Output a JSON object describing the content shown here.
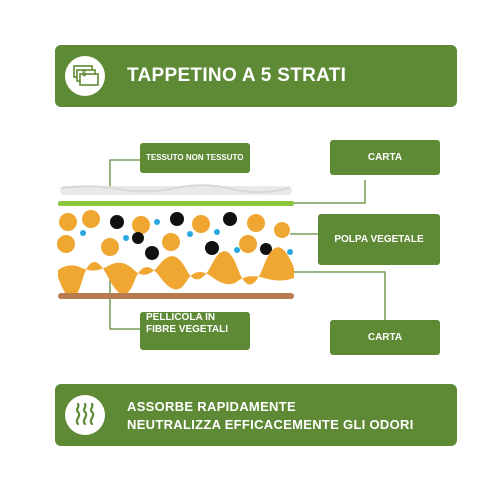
{
  "header": {
    "title": "TAPPETINO A 5 STRATI",
    "icon": "layers-money-icon"
  },
  "labels": {
    "tessuto": "TESSUTO NON TESSUTO",
    "carta_top": "CARTA",
    "polpa": "POLPA VEGETALE",
    "pellicola_line1": "PELLICOLA IN",
    "pellicola_line2": "FIBRE VEGETALI",
    "carta_bottom": "CARTA"
  },
  "footer": {
    "line1": "ASSORBE RAPIDAMENTE",
    "line2": "NEUTRALIZZA EFFICACEMENTE GLI ODORI",
    "icon": "odor-waves-icon"
  },
  "colors": {
    "green": "#5e8a35",
    "light_green_layer": "#8cc63f",
    "orange": "#f0a732",
    "black": "#111111",
    "blue": "#29a8e0",
    "brown": "#b87b50",
    "white_layer": "#e6e6e6"
  }
}
